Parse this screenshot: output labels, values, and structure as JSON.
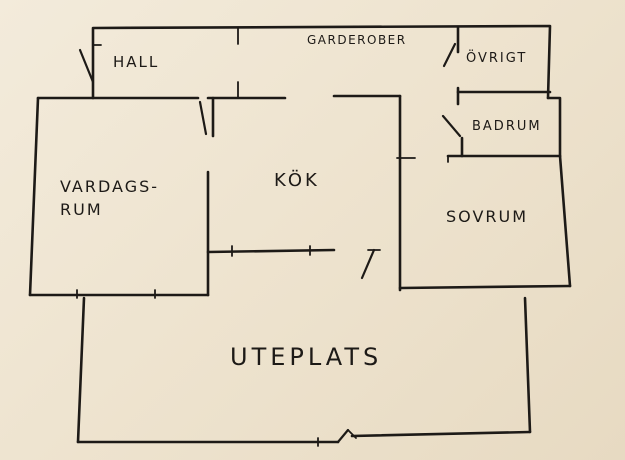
{
  "rooms": {
    "hall": "HALL",
    "garderober": "GARDEROBER",
    "ovrigt": "ÖVRIGT",
    "badrum": "BADRUM",
    "kok": "KÖK",
    "vardagsrum": "VARDAGS-\nRUM",
    "sovrum": "SOVRUM",
    "uteplats": "UTEPLATS"
  }
}
